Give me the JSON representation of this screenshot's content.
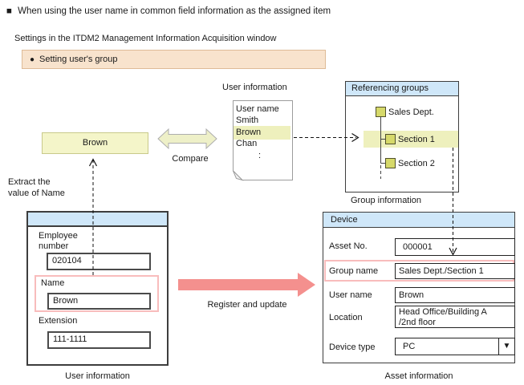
{
  "colors": {
    "titlebar_blue": "#cfe7f9",
    "highlight_yellow": "#eef0bd",
    "node_square_olive": "#d6d96a",
    "setting_box_orange": "#f8e3cd",
    "register_arrow_pink": "#f4908e",
    "attention_outline_pink": "#f8bcbc",
    "compare_arrow_fill": "#eef0c8"
  },
  "heading": {
    "bullet": "■",
    "text": "When using the user name in common field information as the assigned item"
  },
  "settings": {
    "caption": "Settings in the ITDM2 Management Information Acquisition window",
    "bullet": "●",
    "label": "Setting user's group"
  },
  "extract": {
    "box_label": "Brown",
    "note_line1": "Extract the",
    "note_line2": "value of Name"
  },
  "compare": {
    "label": "Compare"
  },
  "user_list": {
    "title": "User information",
    "rows": [
      "User name",
      "Smith",
      "Brown",
      "Chan",
      ":"
    ],
    "highlighted_row": "Brown"
  },
  "groups": {
    "title": "Referencing groups",
    "caption": "Group information",
    "nodes": [
      "Sales Dept.",
      "Section 1",
      "Section 2"
    ],
    "highlighted_node": "Section 1"
  },
  "register": {
    "label": "Register and update"
  },
  "user_form": {
    "caption": "User information",
    "fields": [
      {
        "label": "Employee number",
        "value": "020104"
      },
      {
        "label": "Name",
        "value": "Brown"
      },
      {
        "label": "Extension",
        "value": "111-1111"
      }
    ]
  },
  "device_form": {
    "title": "Device",
    "caption": "Asset information",
    "dropdown_glyph": "▼",
    "fields": [
      {
        "label": "Asset No.",
        "value": "000001"
      },
      {
        "label": "Group name",
        "value": "Sales Dept./Section 1"
      },
      {
        "label": "User name",
        "value": "Brown"
      },
      {
        "label": "Location",
        "value1": "Head Office/Building A",
        "value2": "/2nd floor"
      },
      {
        "label": "Device type",
        "value": "PC"
      }
    ]
  }
}
